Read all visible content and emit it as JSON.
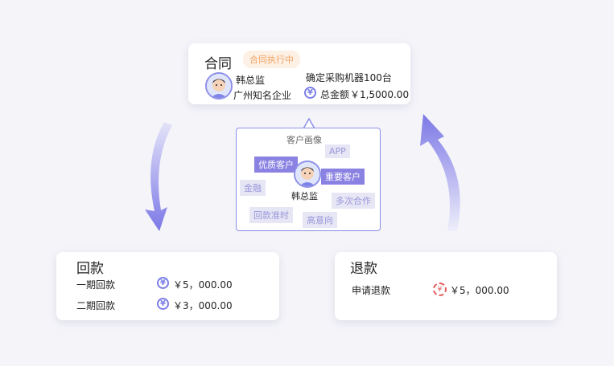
{
  "contract": {
    "title": "合同",
    "status": "合同执行中",
    "person_name": "韩总监",
    "company": "广州知名企业",
    "item": "确定采购机器100台",
    "total_label": "总金额",
    "total_amount": "￥1,5000.00"
  },
  "portrait": {
    "title": "客户画像",
    "name": "韩总监",
    "tags": {
      "app": "APP",
      "quality": "优质客户",
      "important": "重要客户",
      "finance": "金融",
      "multi": "多次合作",
      "ontime": "回款准时",
      "intent": "高意向"
    }
  },
  "huikuan": {
    "title": "回款",
    "rows": [
      {
        "label": "一期回款",
        "amount": "￥5，000.00"
      },
      {
        "label": "二期回款",
        "amount": "￥3，000.00"
      }
    ]
  },
  "tuikuan": {
    "title": "退款",
    "row": {
      "label": "申请退款",
      "amount": "￥5，000.00"
    }
  },
  "icons": {
    "yen": "¥",
    "accent": "#8a82e2",
    "refund_color": "#e45c5c"
  }
}
